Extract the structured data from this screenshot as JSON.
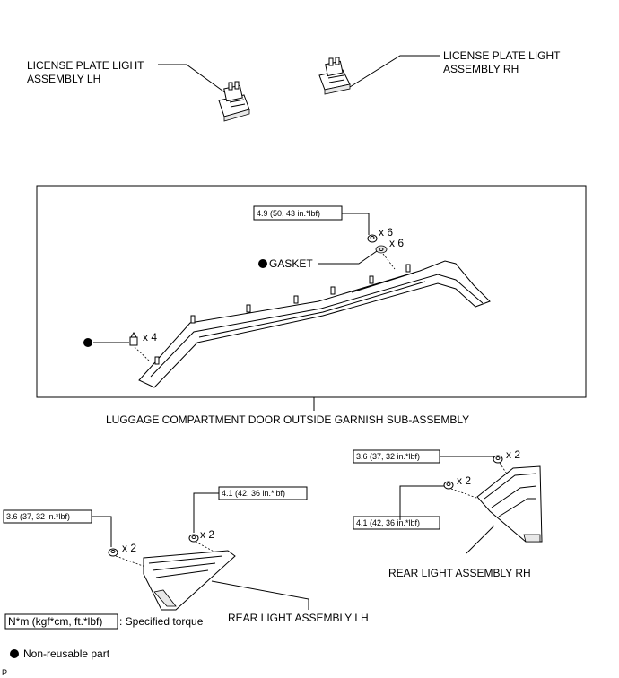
{
  "labels": {
    "lp_lh_line1": "LICENSE PLATE LIGHT",
    "lp_lh_line2": "ASSEMBLY LH",
    "lp_rh_line1": "LICENSE PLATE LIGHT",
    "lp_rh_line2": "ASSEMBLY RH",
    "torque_garnish": "4.9 (50, 43 in.*lbf)",
    "x6_nut": "x 6",
    "x6_gasket": "x 6",
    "gasket": "GASKET",
    "x4_clip": "x 4",
    "garnish": "LUGGAGE COMPARTMENT DOOR OUTSIDE GARNISH SUB-ASSEMBLY",
    "torque_rh_top": "3.6 (37, 32 in.*lbf)",
    "x2_rh_top": "x 2",
    "x2_rh_mid": "x 2",
    "torque_rh_bottom": "4.1 (42, 36 in.*lbf)",
    "rear_rh": "REAR LIGHT ASSEMBLY RH",
    "torque_lh_top": "4.1 (42, 36 in.*lbf)",
    "torque_lh_left": "3.6 (37, 32 in.*lbf)",
    "x2_lh_left": "x 2",
    "x2_lh_top": "x 2",
    "rear_lh": "REAR LIGHT ASSEMBLY LH",
    "legend_torque_box": "N*m (kgf*cm, ft.*lbf)",
    "legend_torque_text": ": Specified torque",
    "legend_nonreusable": "Non-reusable part",
    "corner_code": "P"
  }
}
